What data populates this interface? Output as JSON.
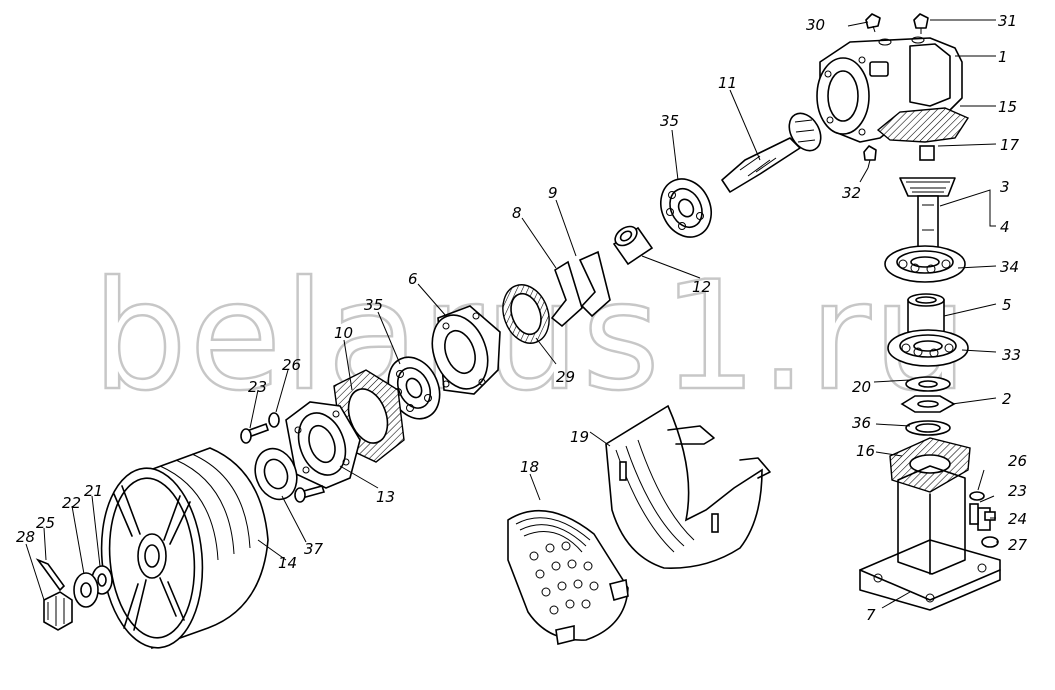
{
  "watermark": "belarus1.ru",
  "part_labels": {
    "l1": "1",
    "l2": "2",
    "l3": "3",
    "l4": "4",
    "l5": "5",
    "l6": "6",
    "l7": "7",
    "l8": "8",
    "l9": "9",
    "l10": "10",
    "l11": "11",
    "l12": "12",
    "l13": "13",
    "l14": "14",
    "l15": "15",
    "l16": "16",
    "l17": "17",
    "l18": "18",
    "l19": "19",
    "l20": "20",
    "l21": "21",
    "l22": "22",
    "l23a": "23",
    "l23b": "23",
    "l24": "24",
    "l25": "25",
    "l26a": "26",
    "l26b": "26",
    "l27": "27",
    "l28": "28",
    "l29": "29",
    "l30": "30",
    "l31": "31",
    "l32": "32",
    "l33": "33",
    "l34": "34",
    "l35a": "35",
    "l35b": "35",
    "l36": "36",
    "l37": "37"
  }
}
